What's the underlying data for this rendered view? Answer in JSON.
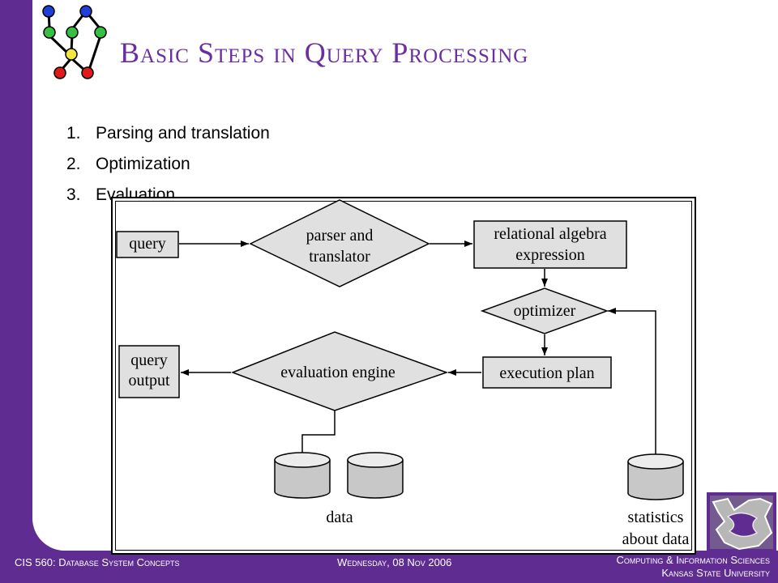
{
  "title": "Basic Steps in Query Processing",
  "steps": [
    {
      "num": "1.",
      "label": "Parsing and translation"
    },
    {
      "num": "2.",
      "label": "Optimization"
    },
    {
      "num": "3.",
      "label": "Evaluation"
    }
  ],
  "diagram": {
    "query": "query",
    "parser_line1": "parser and",
    "parser_line2": "translator",
    "rel_alg_line1": "relational algebra",
    "rel_alg_line2": "expression",
    "optimizer": "optimizer",
    "execution_plan": "execution plan",
    "eval_engine": "evaluation engine",
    "output_line1": "query",
    "output_line2": "output",
    "data": "data",
    "stats_line1": "statistics",
    "stats_line2": "about data"
  },
  "footer": {
    "course": "CIS 560: Database System Concepts",
    "date": "Wednesday, 08 Nov 2006",
    "dept_line1": "Computing & Information Sciences",
    "dept_line2": "Kansas State University"
  },
  "colors": {
    "frame": "#5f2d91",
    "title": "#6a2ea0",
    "shape_fill": "#e0e0e0"
  }
}
